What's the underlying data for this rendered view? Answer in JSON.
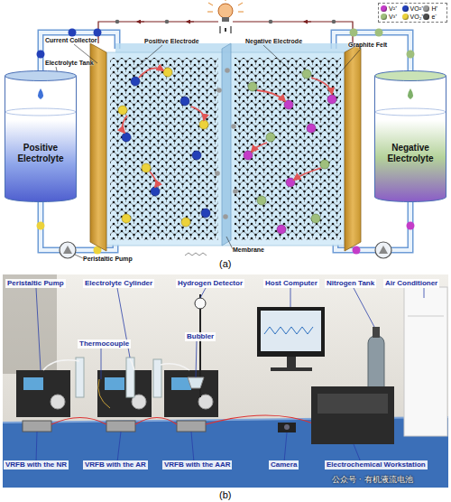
{
  "diagram": {
    "nodes": [
      {
        "text": [
          "Positive Electrolyte"
        ]
      },
      {
        "text": [
          "Negative Electrolyte"
        ]
      }
    ],
    "labels": [
      "Current Collector",
      "Electrolyte Tank",
      "Positive Electrode",
      "Negative Electrode",
      "Graphite Felt",
      "Peristaltic Pump",
      "Membrane",
      "(a)",
      "Peristaltic Pump",
      "Electrolyte Cylinder",
      "Hydrogen Detector",
      "Host Computer",
      "Nitrogen Tank",
      "Air Conditioner",
      "Thermocouple",
      "Bubbler",
      "VRFB with the NR",
      "VRFB with the AR",
      "VRFB with the AAR",
      "Camera",
      "Electrochemical Workstation",
      "(b)",
      "公众号 · 有机液流电池"
    ],
    "legend": [
      {
        "text": "V²⁺",
        "color": "#c43cc8"
      },
      {
        "text": "VO²⁺",
        "color": "#2340b8"
      },
      {
        "text": "H⁺",
        "color": "#9a9a9a"
      },
      {
        "text": "V³⁺",
        "color": "#9fbf7c"
      },
      {
        "text": "VO₂⁺",
        "color": "#ecd23b"
      },
      {
        "text": "e⁻",
        "color": "#4d4d4d"
      }
    ]
  }
}
